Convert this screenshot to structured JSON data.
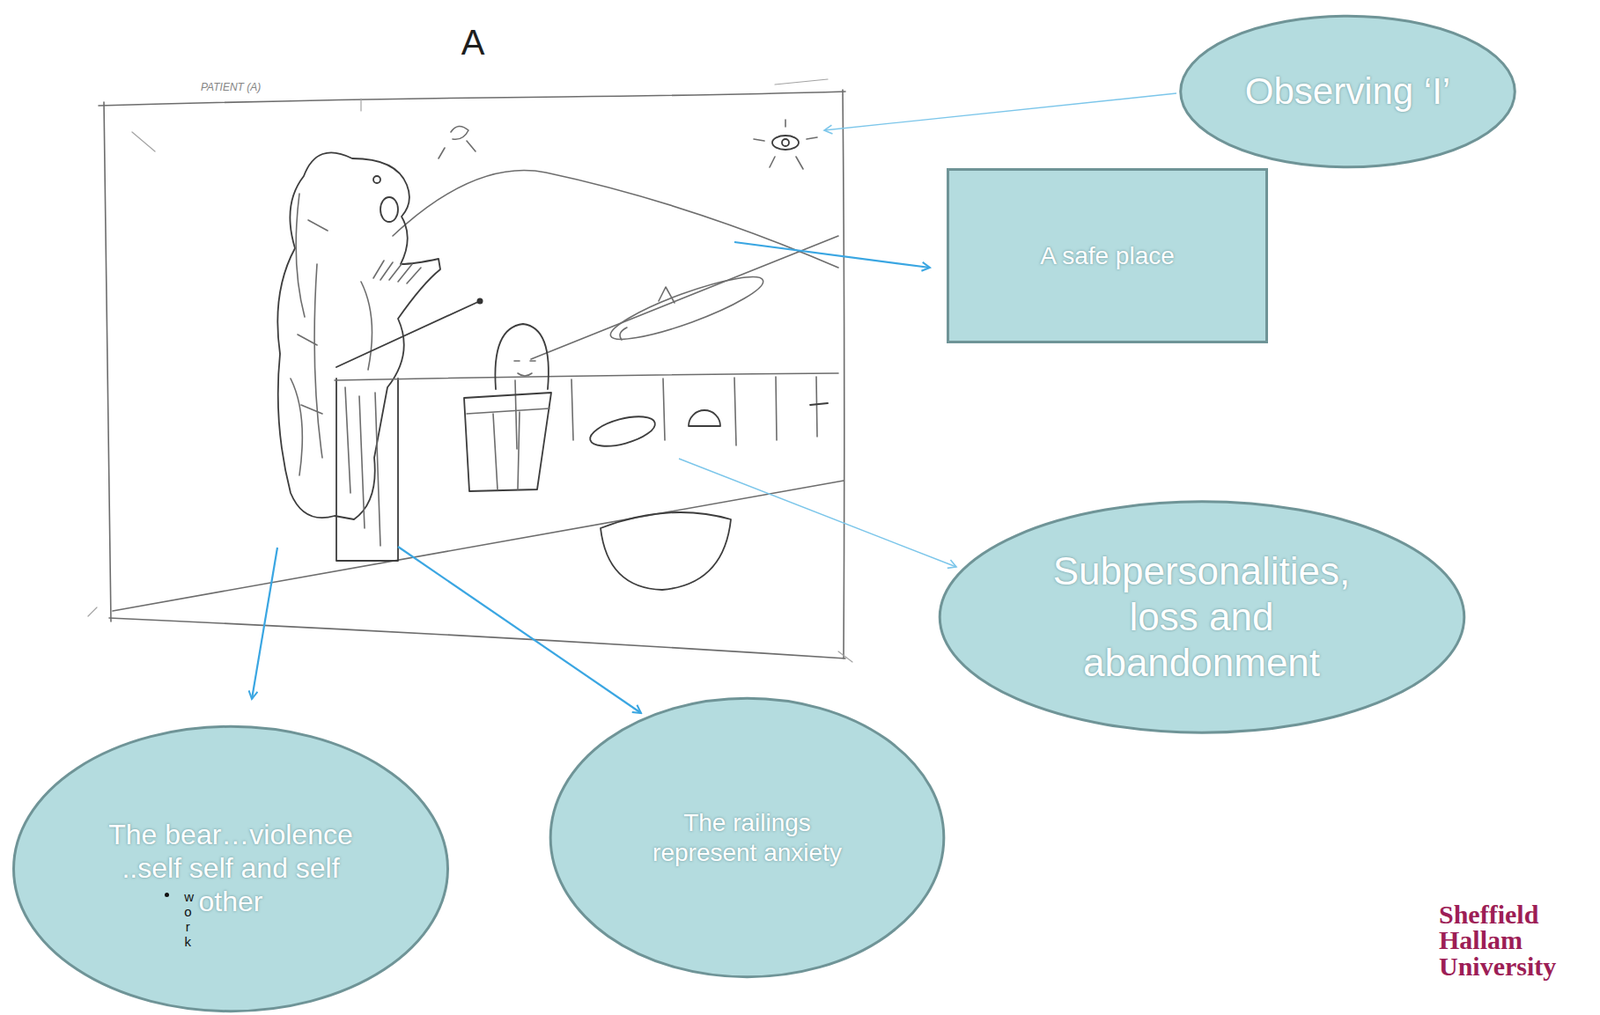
{
  "diagram": {
    "title": "A",
    "nodes": [
      {
        "text": [
          "Observing ‘I’"
        ]
      },
      {
        "text": [
          "A safe place"
        ]
      },
      {
        "text": [
          "Subpersonalities, loss and abandonment"
        ]
      },
      {
        "text": [
          "The bear…violence ..self self and self other",
          "work"
        ]
      },
      {
        "text": [
          "The railings represent anxiety"
        ]
      }
    ],
    "labels": [
      "PATIENT (A)",
      "Sheffield Hallam University"
    ]
  }
}
